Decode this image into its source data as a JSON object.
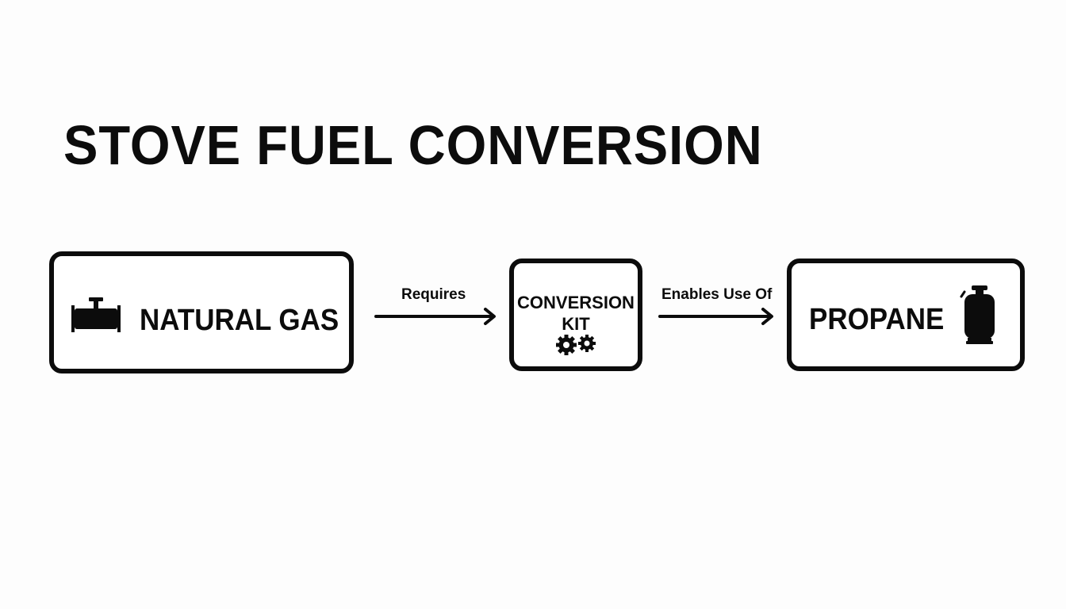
{
  "title": "STOVE FUEL CONVERSION",
  "nodes": {
    "natural_gas": {
      "label": "NATURAL GAS",
      "icon": "gas-pipe-valve-icon"
    },
    "conversion_kit": {
      "label": "CONVERSION KIT",
      "icon": "gears-icon"
    },
    "propane": {
      "label": "PROPANE",
      "icon": "propane-tank-icon"
    }
  },
  "edges": [
    {
      "from": "natural_gas",
      "to": "conversion_kit",
      "label": "Requires"
    },
    {
      "from": "conversion_kit",
      "to": "propane",
      "label": "Enables Use Of"
    }
  ],
  "colors": {
    "background": "#fdfdfd",
    "ink": "#0c0c0c"
  }
}
